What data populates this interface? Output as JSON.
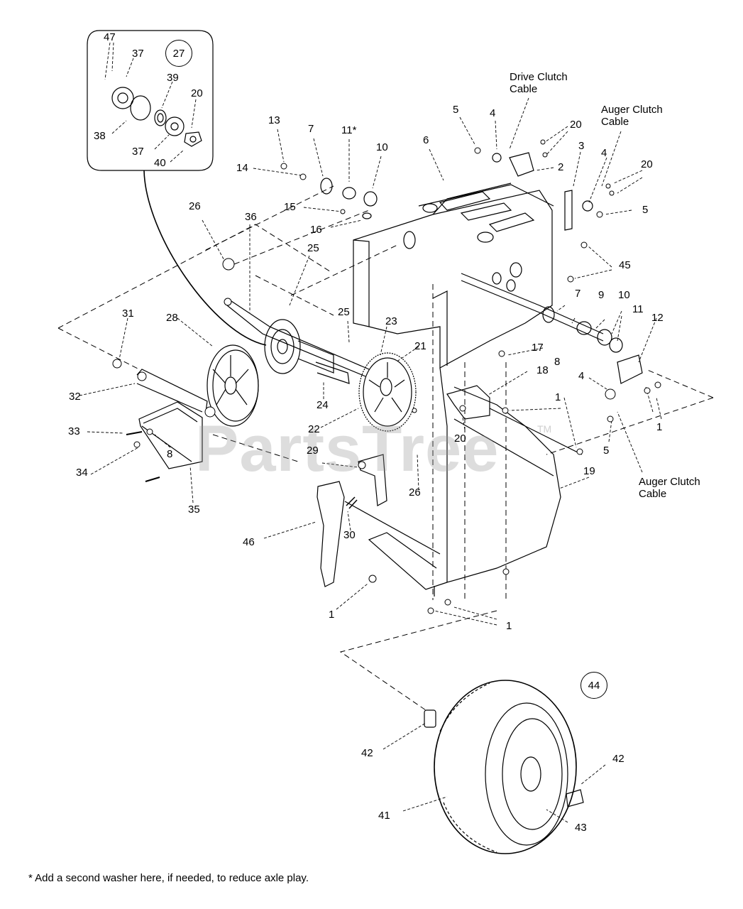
{
  "watermark": {
    "brand": "PartsTree",
    "trademark": "TM"
  },
  "inset": {
    "circled_label": "27"
  },
  "wheel_callout": {
    "circled_label": "44"
  },
  "callouts": {
    "drive_clutch_cable": "Drive Clutch\nCable",
    "auger_clutch_cable_top": "Auger Clutch\nCable",
    "auger_clutch_cable_bottom": "Auger Clutch\nCable"
  },
  "part_labels": [
    "47",
    "37",
    "39",
    "20",
    "38",
    "37",
    "40",
    "13",
    "7",
    "11*",
    "10",
    "14",
    "15",
    "16",
    "6",
    "5",
    "4",
    "20",
    "2",
    "3",
    "4",
    "20",
    "5",
    "45",
    "26",
    "36",
    "25",
    "25",
    "23",
    "21",
    "7",
    "9",
    "10",
    "11",
    "12",
    "31",
    "28",
    "17",
    "8",
    "4",
    "32",
    "18",
    "1",
    "24",
    "22",
    "20",
    "1",
    "33",
    "8",
    "34",
    "35",
    "29",
    "26",
    "19",
    "5",
    "46",
    "30",
    "1",
    "1",
    "42",
    "42",
    "41",
    "43"
  ],
  "footnote": "* Add a second washer here, if needed, to reduce axle play."
}
